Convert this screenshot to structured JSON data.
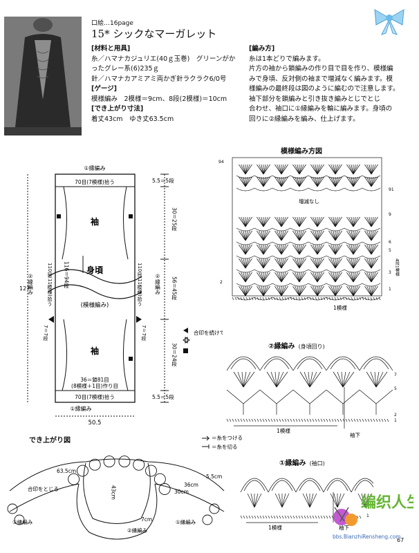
{
  "header": {
    "page_ref": "口絵…16page",
    "title": "15* シックなマーガレット"
  },
  "materials": {
    "heading": "[材料と用具]",
    "lines": [
      "糸／ハマナカジュリエ(40ｇ玉巻)　グリーンがか",
      "ったグレー系(6)235ｇ",
      "針／ハマナカアミアミ両かぎ針ラクラク6/0号"
    ],
    "gauge_heading": "[ゲージ]",
    "gauge": "模様編み　2模様＝9cm、8段(2模様)＝10cm",
    "size_heading": "[でき上がり寸法]",
    "size": "着丈43cm　ゆき丈63.5cm"
  },
  "instructions": {
    "heading": "[編み方]",
    "lines": [
      "糸は1本どりで編みます。",
      "片方の袖から鎖編みの作り目で目を作り、模様編",
      "みで身頃、反対側の袖まで増減なく編みます。模",
      "様編みの最終段は図のように編むので注意します。",
      "袖下部分を鎖編みと引き抜き編みとじでとじ",
      "合わせ、袖口に①縁編みを輪に編みます。身頃の",
      "回りに②縁編みを編み、仕上げます。"
    ]
  },
  "schematic": {
    "top_edge": "①縁編み",
    "top_row": "70目(7模様)拾う",
    "sleeve_top": "袖",
    "body": "身頃",
    "body_sub": "(模様編み)",
    "sleeve_bottom": "袖",
    "left_edge": "②縁編み",
    "right_edge": "②縁編み",
    "left_pick": "110目(11模様)拾う",
    "right_pick": "110目(11模様)拾う",
    "center_count": "116＝94段",
    "left_small": "7＝7段",
    "right_small": "7＝7段",
    "right_dim1": "5.5＝5段",
    "right_dim2": "30＝25段",
    "right_dim3": "56＝45段",
    "right_dim4": "30＝24段",
    "right_dim5": "5.5＝5段",
    "total_height": "127",
    "cast_on_1": "36＝鎖81目",
    "cast_on_2": "(8模様＋1目)作り目",
    "bottom_row": "70目(7模様)拾う",
    "bottom_edge": "①縁編み",
    "width": "50.5"
  },
  "legend": {
    "match_marks": "合印を続けて輪に編む",
    "attach": "＝糸をつける",
    "cut": "＝糸を切る"
  },
  "pattern_chart": {
    "title": "模様編み方図",
    "no_change": "増減なし",
    "repeat": "1模様",
    "row_labels": [
      "94",
      "91",
      "9",
      "6",
      "5",
      "4段1模様",
      "3",
      "1",
      "2"
    ]
  },
  "edge2_chart": {
    "title": "②縁編み",
    "subtitle": "(身頃回り)",
    "repeat": "1模様",
    "underarm": "袖下",
    "row_labels": [
      "7",
      "5",
      "2",
      "1"
    ]
  },
  "edge1_chart": {
    "title": "①縁編み",
    "subtitle": "(袖口)",
    "repeat": "1模様",
    "underarm": "袖下",
    "row_labels": [
      "2",
      "1"
    ]
  },
  "finished": {
    "title": "でき上がり図",
    "dim1": "63.5cm",
    "dim2": "43cm",
    "dim3": "30cm",
    "dim4": "36cm",
    "dim5": "5.5cm",
    "dim6": "7cm",
    "match": "合印をとじる",
    "edge1_left": "①縁編み",
    "edge2": "②縁編み",
    "edge1_right": "①縁編み"
  },
  "footer": {
    "watermark": "编织人生",
    "site": "bbs.BianzhiRensheng.com",
    "page_number": "67"
  }
}
